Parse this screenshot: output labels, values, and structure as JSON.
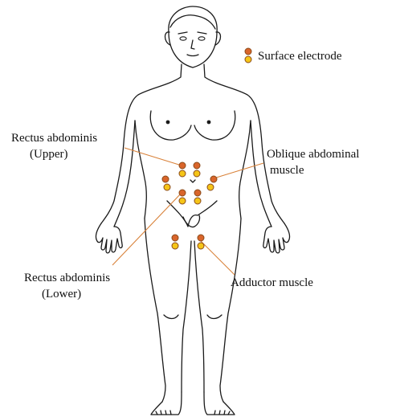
{
  "legend": {
    "label": "Surface electrode"
  },
  "labels": {
    "rectus_upper_line1": "Rectus abdominis",
    "rectus_upper_line2": "(Upper)",
    "oblique_line1": "Oblique abdominal",
    "oblique_line2": "muscle",
    "rectus_lower_line1": "Rectus abdominis",
    "rectus_lower_line2": "(Lower)",
    "adductor": "Adductor muscle"
  },
  "colors": {
    "electrode_top": "#d9652b",
    "electrode_bottom": "#f5c518",
    "electrode_stroke": "#8a4a1a",
    "leader": "#d9823a",
    "outline": "#1a1a1a"
  }
}
